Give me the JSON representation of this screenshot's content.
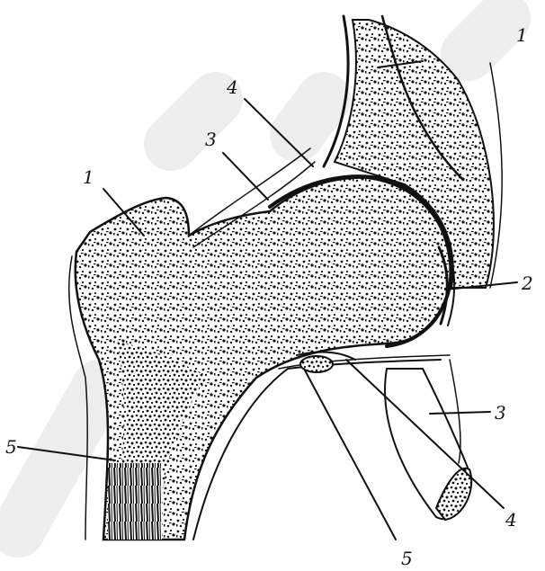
{
  "figure": {
    "labels": {
      "femur_greater_trochanter": "1",
      "pelvis_bone": "1",
      "capsule_upper": "3",
      "capsule_lower": "3",
      "lig_top": "4",
      "lig_bottom": "4",
      "acetabulum_lip": "2",
      "vessel_bottom": "5",
      "shaft_left": "5"
    }
  },
  "colors": {
    "ink": "#111111",
    "paper": "#ffffff",
    "watermark": "#d6d6d6"
  }
}
